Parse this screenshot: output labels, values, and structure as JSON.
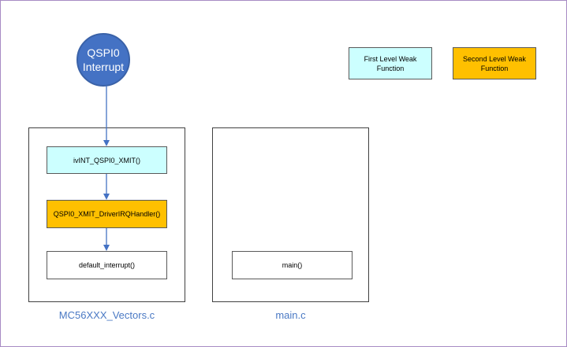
{
  "interrupt": {
    "line1": "QSPI0",
    "line2": "Interrupt"
  },
  "legend": {
    "first_level": {
      "line1": "First Level Weak",
      "line2": "Function",
      "color": "#ccffff"
    },
    "second_level": {
      "line1": "Second Level Weak",
      "line2": "Function",
      "color": "#ffc000"
    }
  },
  "vectors_file": {
    "caption": "MC56XXX_Vectors.c",
    "boxes": {
      "first": "ivINT_QSPI0_XMIT()",
      "second": "QSPI0_XMIT_DriverIRQHandler()",
      "third": "default_interrupt()"
    }
  },
  "main_file": {
    "caption": "main.c",
    "box": "main()"
  },
  "colors": {
    "circle": "#4472c4",
    "arrow": "#4472c4",
    "caption": "#4a79c4"
  }
}
